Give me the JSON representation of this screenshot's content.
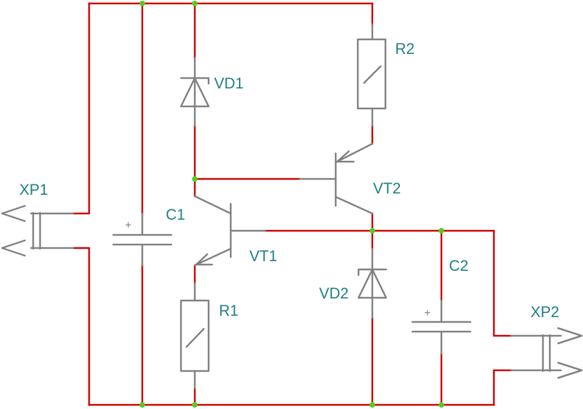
{
  "labels": {
    "xp1": "XP1",
    "xp2": "XP2",
    "c1": "C1",
    "c2": "C2",
    "r1": "R1",
    "r2": "R2",
    "vd1": "VD1",
    "vd2": "VD2",
    "vt1": "VT1",
    "vt2": "VT2"
  },
  "polarity_mark": "+",
  "colors": {
    "wire": "#cc0000",
    "component": "#808080",
    "junction": "#55cc22",
    "label": "#1f7f87"
  }
}
